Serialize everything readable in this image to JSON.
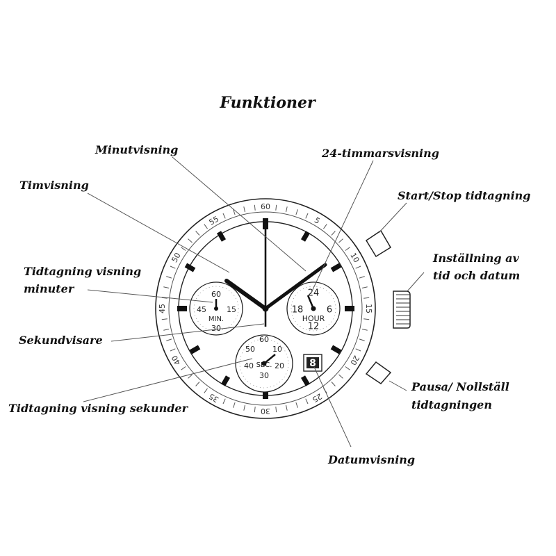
{
  "title": "Funktioner",
  "labels": {
    "minutvisning": "Minutvisning",
    "timmar24": "24-timmarsvisning",
    "timvisning": "Timvisning",
    "startstop": "Start/Stop tidtagning",
    "installning_1": "Inställning av",
    "installning_2": "tid och datum",
    "tidtagning_min_1": "Tidtagning visning",
    "tidtagning_min_2": "minuter",
    "sekundvisare": "Sekundvisare",
    "pausa_1": "Pausa/ Nollställ",
    "pausa_2": "tidtagningen",
    "tidtagning_sek": "Tidtagning visning sekunder",
    "datumvisning": "Datumvisning"
  },
  "bezel_numbers": [
    "60",
    "5",
    "10",
    "15",
    "20",
    "25",
    "30",
    "35",
    "40",
    "45",
    "50",
    "55"
  ],
  "subdial_min": {
    "label": "MIN.",
    "n60": "60",
    "n15": "15",
    "n30": "30",
    "n45": "45"
  },
  "subdial_hour": {
    "label": "HOUR",
    "n24": "24",
    "n6": "6",
    "n12": "12",
    "n18": "18"
  },
  "subdial_sec": {
    "label": "SEC.",
    "n60": "60",
    "n10": "10",
    "n20": "20",
    "n30": "30",
    "n40": "40",
    "n50": "50"
  },
  "date_value": "8"
}
